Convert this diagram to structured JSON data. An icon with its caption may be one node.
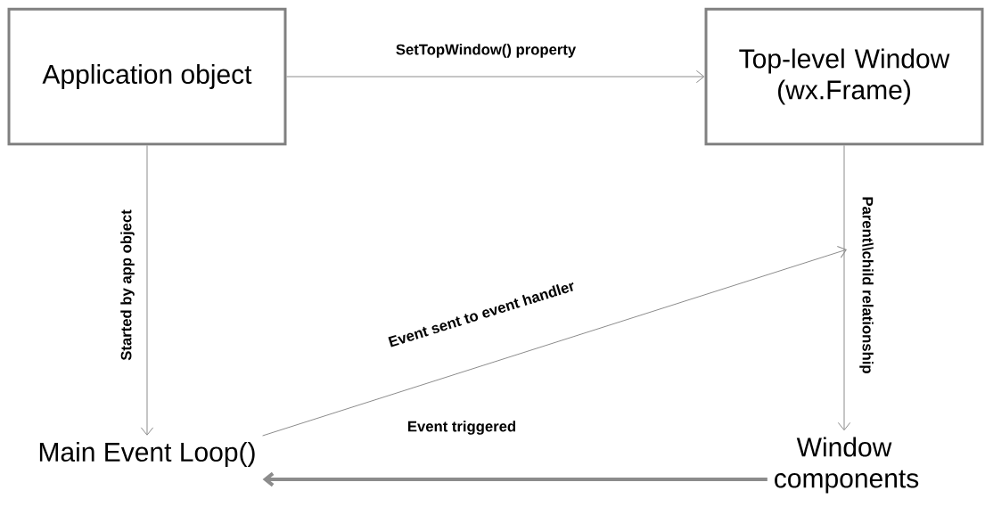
{
  "diagram": {
    "nodes": [
      {
        "text": [
          "Application object"
        ]
      },
      {
        "text": [
          "Top-level Window (wx.Frame)"
        ]
      },
      {
        "text": [
          "Main Event Loop()"
        ]
      },
      {
        "text": [
          "Window components"
        ]
      }
    ],
    "edges": [
      {
        "from": 0,
        "to": 1,
        "arrow": "to",
        "label": "SetTopWindow() property"
      },
      {
        "from": 0,
        "to": 2,
        "arrow": "to",
        "label": "Started by app object"
      },
      {
        "from": 1,
        "to": 3,
        "arrow": "to",
        "label": "Parent\\\\child relationship"
      },
      {
        "from": 2,
        "to": null,
        "arrow": "to",
        "label": "Event sent to event handler"
      },
      {
        "from": 3,
        "to": 2,
        "arrow": "to",
        "label": "Event triggered",
        "style": "thick"
      }
    ]
  }
}
